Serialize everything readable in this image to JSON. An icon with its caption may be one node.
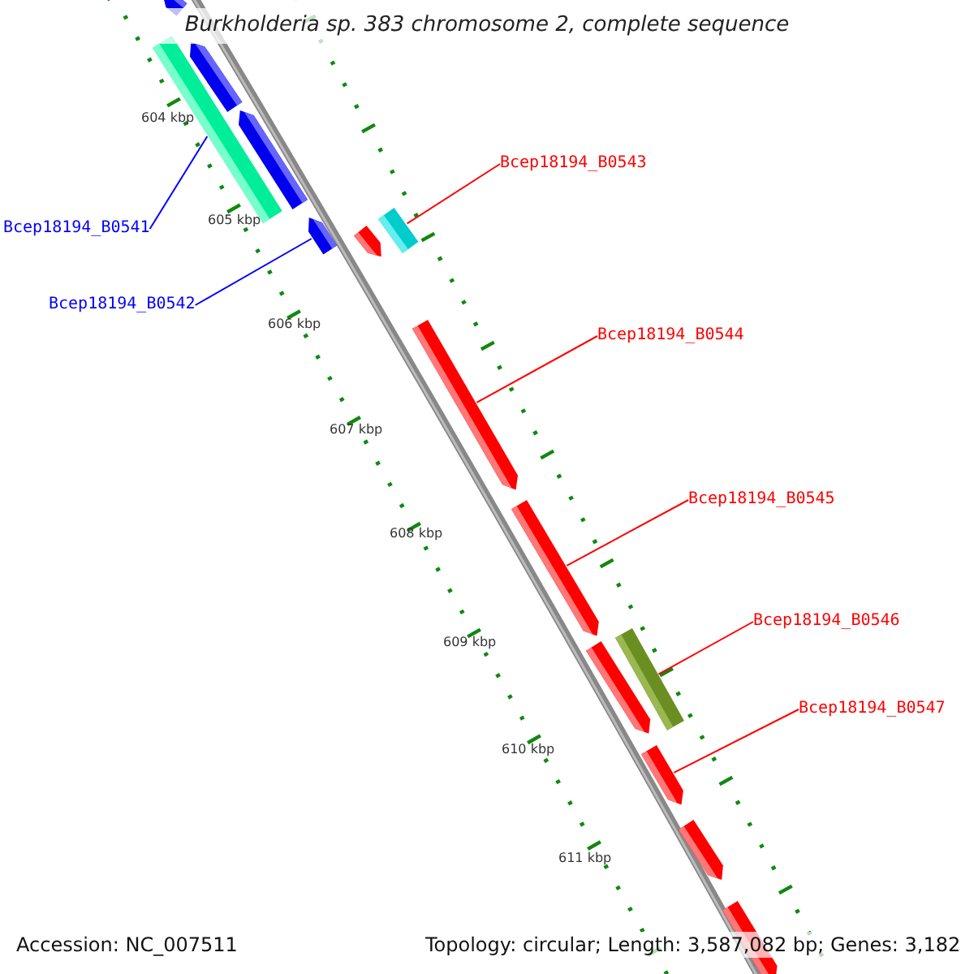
{
  "diagram": {
    "title": "Burkholderia sp. 383 chromosome 2, complete sequence",
    "nodes": [
      {
        "text": [
          "Bcep18194_B0541"
        ]
      },
      {
        "text": [
          "Bcep18194_B0542"
        ]
      },
      {
        "text": [
          "Bcep18194_B0543"
        ]
      },
      {
        "text": [
          "Bcep18194_B0544"
        ]
      },
      {
        "text": [
          "Bcep18194_B0545"
        ]
      },
      {
        "text": [
          "Bcep18194_B0546"
        ]
      },
      {
        "text": [
          "Bcep18194_B0547"
        ]
      },
      {
        "text": [],
        "shape": "bar"
      },
      {
        "text": [],
        "shape": "bar"
      },
      {
        "text": [],
        "shape": "bar"
      },
      {
        "text": [],
        "shape": "bar"
      },
      {
        "text": [],
        "shape": "bar"
      },
      {
        "text": [],
        "shape": "bar"
      },
      {
        "text": [],
        "shape": "bar"
      },
      {
        "text": [],
        "shape": "bar"
      },
      {
        "text": [],
        "shape": "bar"
      },
      {
        "text": [],
        "shape": "bar"
      },
      {
        "text": [],
        "shape": "bar"
      },
      {
        "text": [],
        "shape": "bar"
      },
      {
        "text": [],
        "shape": "bar"
      },
      {
        "text": [],
        "shape": "bar"
      }
    ],
    "edges": [
      {
        "from": 0,
        "to": 10,
        "arrow": "none",
        "color": "#0000ff"
      },
      {
        "from": 1,
        "to": 11,
        "arrow": "none",
        "color": "#0000ff"
      },
      {
        "from": 2,
        "to": 13,
        "arrow": "none"
      },
      {
        "from": 3,
        "to": 14,
        "arrow": "none"
      },
      {
        "from": 4,
        "to": 15,
        "arrow": "none"
      },
      {
        "from": 5,
        "to": 17,
        "arrow": "none"
      },
      {
        "from": 6,
        "to": 18,
        "arrow": "none"
      }
    ],
    "labels": [
      "604 kbp",
      "605 kbp",
      "606 kbp",
      "607 kbp",
      "608 kbp",
      "609 kbp",
      "610 kbp",
      "611 kbp",
      "Accession: NC_007511",
      "Topology: circular; Length: 3,587,082 bp; Genes: 3,182"
    ]
  }
}
